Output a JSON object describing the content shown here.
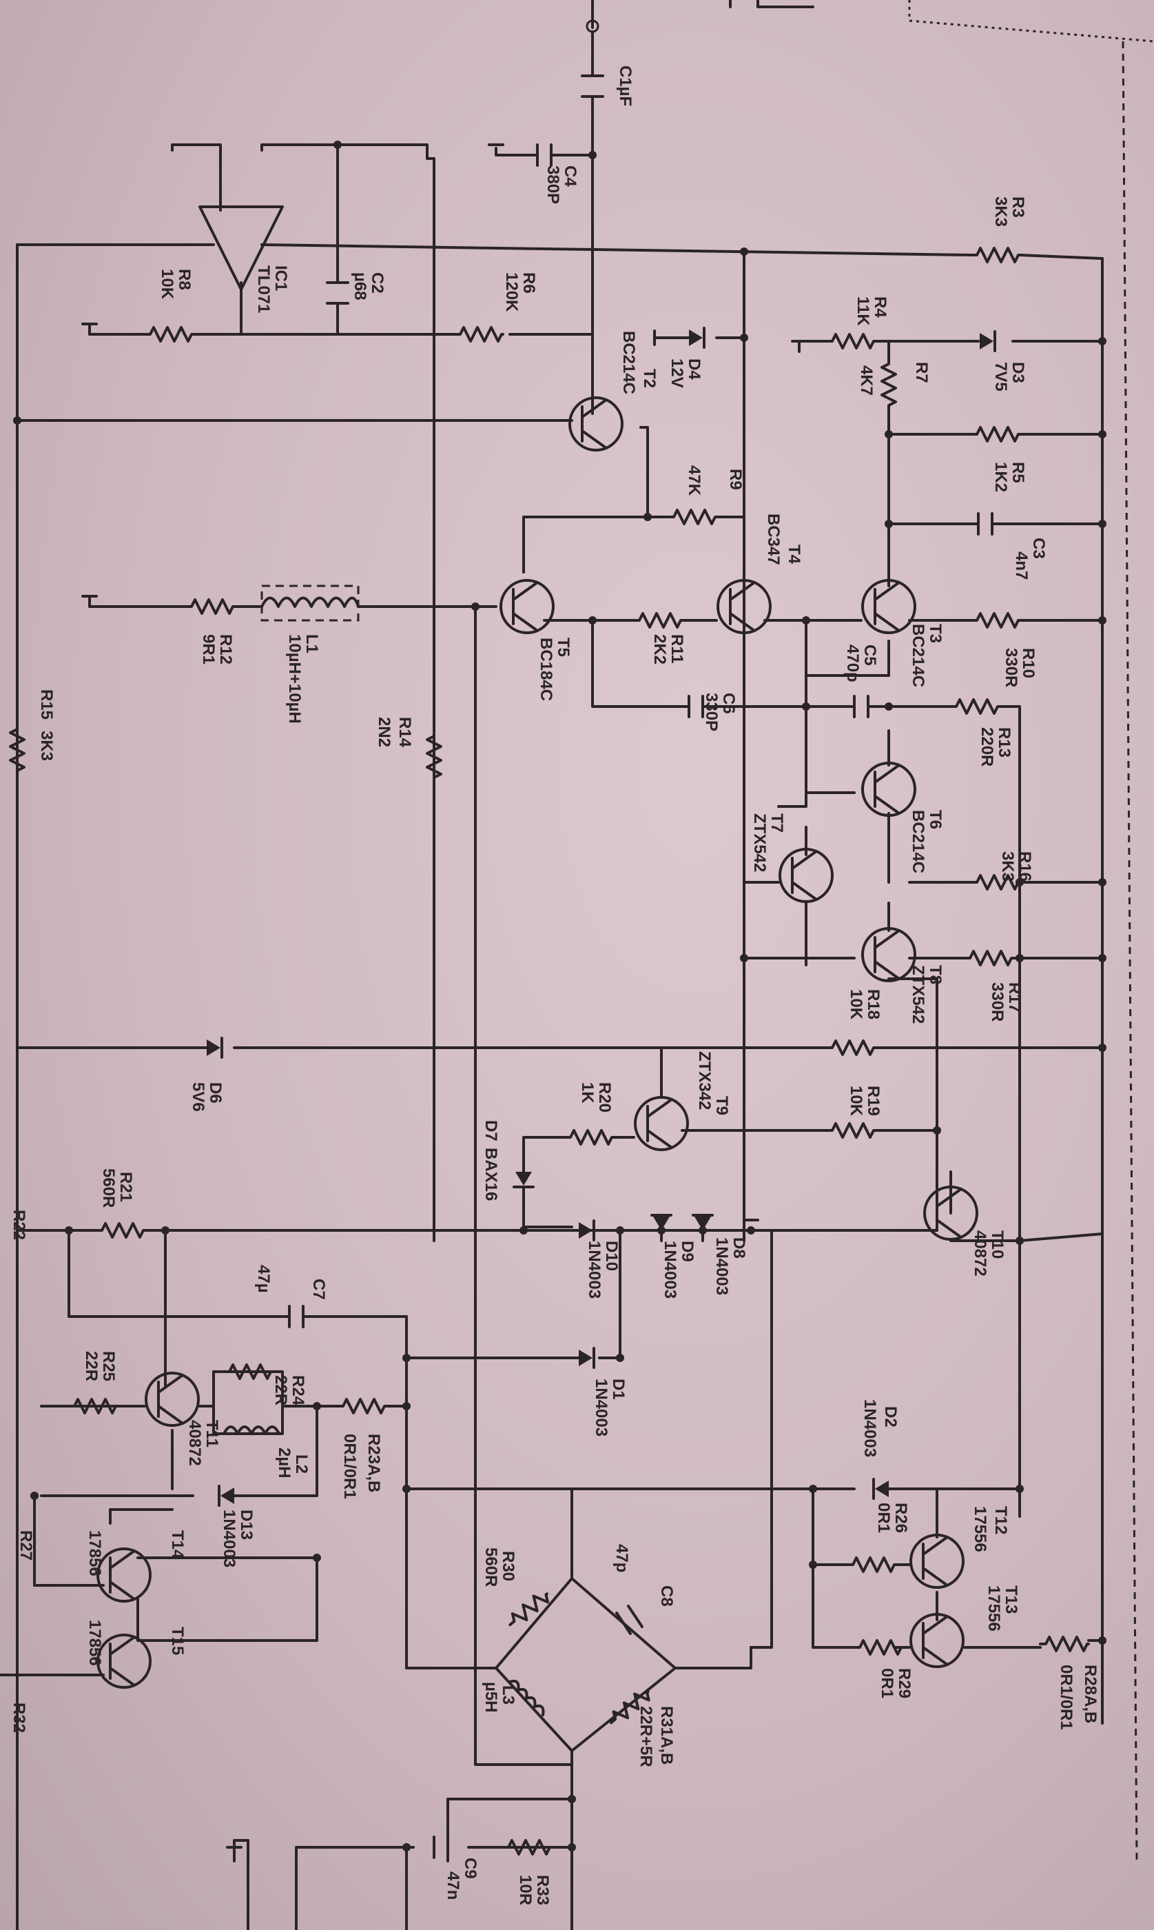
{
  "schematic": {
    "labels": {
      "c1": "C1µF",
      "c4": "C4",
      "c4_val": "380P",
      "r3": "R3",
      "r3_val": "3K3",
      "r8": "R8",
      "r8_val": "10K",
      "ic1": "IC1",
      "ic1_val": "TL071",
      "c2": "C2",
      "c2_val": "µ68",
      "r6": "R6",
      "r6_val": "120K",
      "r4": "R4",
      "r4_val": "11K",
      "d3": "D3",
      "d3_val": "7V5",
      "d4": "D4",
      "d4_val": "12V",
      "t2": "T2",
      "t2_val": "BC214C",
      "r7": "R7",
      "r7_val": "4K7",
      "r9": "R9",
      "r9_val": "47K",
      "r5": "R5",
      "r5_val": "1K2",
      "t4": "T4",
      "t4_val": "BC347",
      "c3": "C3",
      "c3_val": "4n7",
      "r12": "R12",
      "r12_val": "9R1",
      "l1": "L1",
      "l1_val": "10µH+10µH",
      "t5": "T5",
      "t5_val": "BC184C",
      "r11": "R11",
      "r11_val": "2K2",
      "t3": "T3",
      "t3_val": "BC214C",
      "r10": "R10",
      "r10_val": "330R",
      "c5": "C5",
      "c5_val": "470p",
      "r15": "R15",
      "r15_val": "3K3",
      "r14": "R14",
      "r14_val": "2N2",
      "c6": "C6",
      "c6_val": "330P",
      "r13": "R13",
      "r13_val": "220R",
      "t7": "T7",
      "t7_val": "ZTX542",
      "t6": "T6",
      "t6_val": "BC214C",
      "r16": "R16",
      "r16_val": "3K3",
      "t8": "T8",
      "t8_val": "ZTX542",
      "r18": "R18",
      "r18_val": "10K",
      "r17": "R17",
      "r17_val": "330R",
      "d6": "D6",
      "d6_val": "5V6",
      "t9": "T9",
      "t9_val": "ZTX342",
      "r20": "R20",
      "r20_val": "1K",
      "r19": "R19",
      "r19_val": "10K",
      "d7": "D7",
      "d7_val": "BAX16",
      "r21": "R21",
      "r21_val": "560R",
      "r22": "R22",
      "d10": "D10",
      "d10_val": "1N4003",
      "d9": "D9",
      "d9_val": "1N4003",
      "d8": "D8",
      "d8_val": "1N4003",
      "t10": "T10",
      "t10_val": "40872",
      "c7": "C7",
      "c7_val": "47µ",
      "r25": "R25",
      "r25_val": "22R",
      "t11": "T11",
      "t11_val": "40872",
      "r24": "R24",
      "r24_val": "22R",
      "l2": "L2",
      "l2_val": "2µH",
      "r23": "R23A,B",
      "r23_val": "0R1/0R1",
      "d1": "D1",
      "d1_val": "1N4003",
      "d2": "D2",
      "d2_val": "1N4003",
      "t12": "T12",
      "t12_val": "17556",
      "r26": "R26",
      "r26_val": "0R1",
      "d13": "D13",
      "d13_val": "1N4003",
      "r27": "R27",
      "t14": "T14",
      "t14_val": "17856",
      "t13": "T13",
      "t13_val": "17556",
      "r30": "R30",
      "r30_val": "560R",
      "c8": "C8",
      "c8_val": "47p",
      "t15": "T15",
      "t15_val": "17856",
      "r29": "R29",
      "r29_val": "0R1",
      "r28": "R28A,B",
      "r28_val": "0R1/0R1",
      "l3": "L3",
      "l3_val": "µ5H",
      "r31": "R31A,B",
      "r31_val": "22R+5R",
      "r32": "R32",
      "c9": "C9",
      "c9_val": "47n",
      "r33": "R33",
      "r33_val": "10R"
    }
  }
}
